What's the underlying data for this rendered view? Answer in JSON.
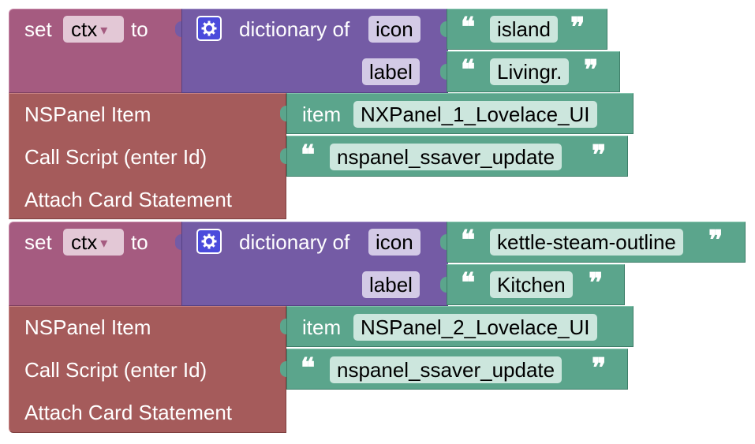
{
  "colors": {
    "variables": "#a55b80",
    "dictionary": "#745ba5",
    "nspanel": "#a55b5b",
    "text": "#5ba58c",
    "mutator": "#4b4bdc"
  },
  "groups": [
    {
      "set": {
        "label": "set",
        "variable": "ctx",
        "to": "to"
      },
      "dictionary": {
        "label": "dictionary of",
        "mutator_icon": "gear-icon",
        "entries": [
          {
            "key": "icon",
            "value": "island"
          },
          {
            "key": "label",
            "value": "Livingr."
          }
        ]
      },
      "nspanel": {
        "item_label": "NSPanel Item",
        "script_label": "Call Script (enter Id)",
        "attach_label": "Attach Card Statement",
        "item_prefix": "item",
        "item_value": "NXPanel_1_Lovelace_UI",
        "script_value": "nspanel_ssaver_update"
      }
    },
    {
      "set": {
        "label": "set",
        "variable": "ctx",
        "to": "to"
      },
      "dictionary": {
        "label": "dictionary of",
        "mutator_icon": "gear-icon",
        "entries": [
          {
            "key": "icon",
            "value": "kettle-steam-outline"
          },
          {
            "key": "label",
            "value": "Kitchen"
          }
        ]
      },
      "nspanel": {
        "item_label": "NSPanel Item",
        "script_label": "Call Script (enter Id)",
        "attach_label": "Attach Card Statement",
        "item_prefix": "item",
        "item_value": "NSPanel_2_Lovelace_UI",
        "script_value": "nspanel_ssaver_update"
      }
    }
  ],
  "glyphs": {
    "open_quote": "❝",
    "close_quote": "❞",
    "dropdown_arrow": "▾"
  }
}
